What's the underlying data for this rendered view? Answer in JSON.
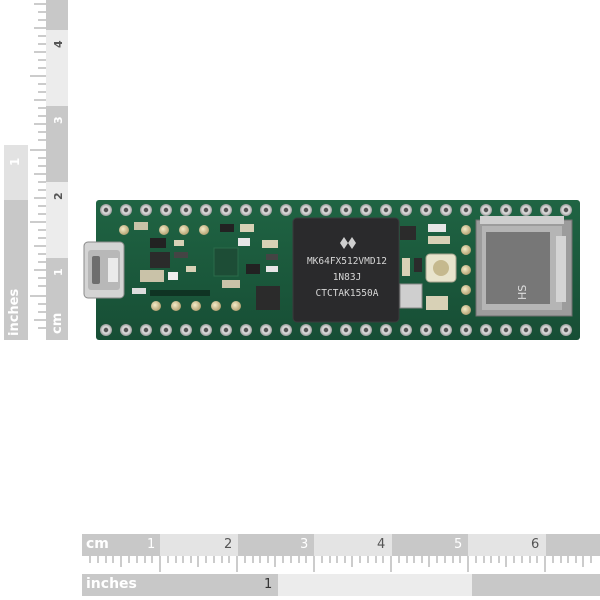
{
  "rulers": {
    "vertical": {
      "cm_label": "cm",
      "cm_ticks": [
        "1",
        "2",
        "3",
        "4"
      ],
      "inch_label": "inches",
      "inch_ticks": [
        "1"
      ]
    },
    "horizontal": {
      "cm_label": "cm",
      "cm_ticks": [
        "1",
        "2",
        "3",
        "4",
        "5",
        "6"
      ],
      "inch_label": "inches",
      "inch_ticks": [
        "1"
      ]
    }
  },
  "board": {
    "chip_lines": [
      "MK64FX512VMD12",
      "1N83J",
      "CTCTAK1550A"
    ],
    "sd_label": "HS",
    "colors": {
      "pcb": "#1c5b3c",
      "pcb_dark": "#143f2c",
      "chip": "#2a2a2c",
      "pad": "#d8c48a",
      "ruler_gray": "#bdbdbd"
    }
  }
}
